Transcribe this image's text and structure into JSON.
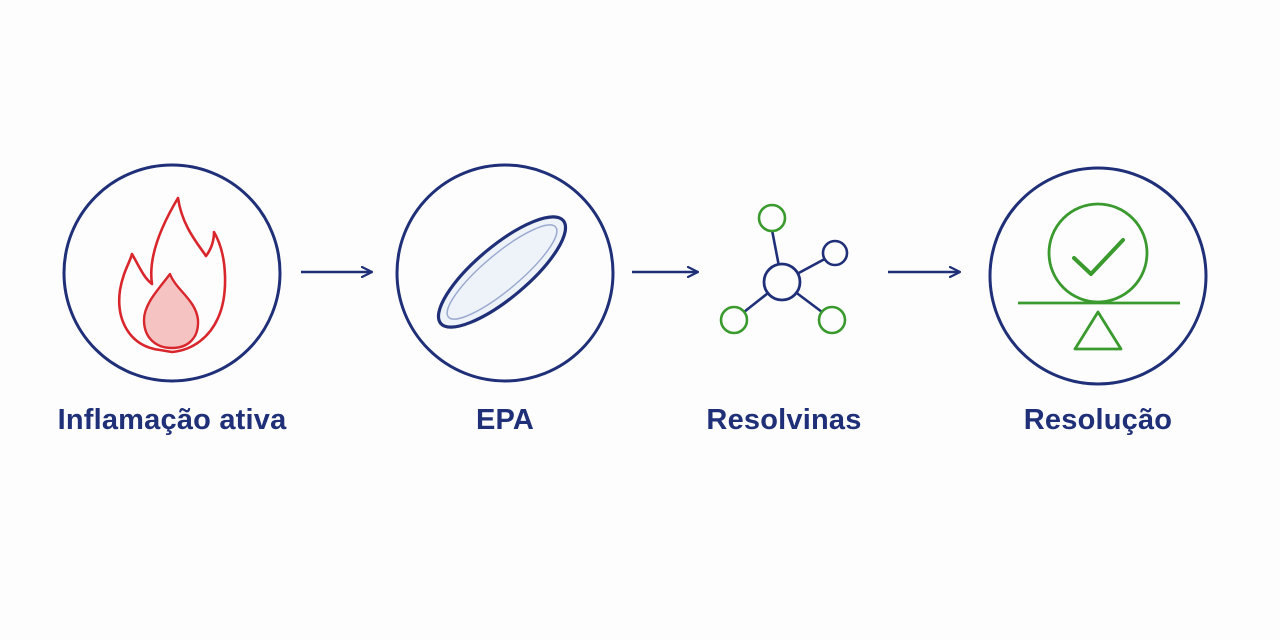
{
  "steps": [
    {
      "label": "Inflamação ativa",
      "icon": "flame-icon"
    },
    {
      "label": "EPA",
      "icon": "capsule-icon"
    },
    {
      "label": "Resolvinas",
      "icon": "molecule-icon"
    },
    {
      "label": "Resolução",
      "icon": "balance-check-icon"
    }
  ],
  "colors": {
    "navy": "#1f2f78",
    "red": "#d8262c",
    "red_fill": "#f6c3c3",
    "green": "#3a9a2e",
    "capsule_fill": "#eef2f9"
  }
}
